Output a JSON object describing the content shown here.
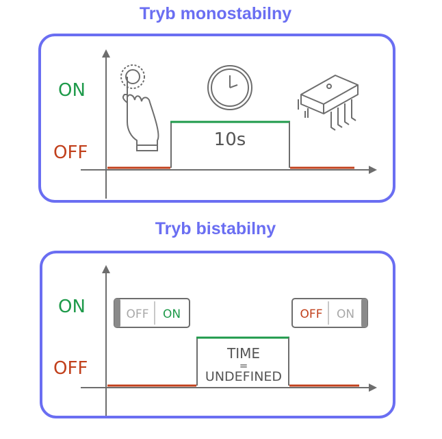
{
  "monostable": {
    "title": "Tryb monostabilny",
    "on_label": "ON",
    "off_label": "OFF",
    "duration_label": "10s"
  },
  "bistable": {
    "title": "Tryb bistabilny",
    "on_label": "ON",
    "off_label": "OFF",
    "switch_left": {
      "off": "OFF",
      "on": "ON"
    },
    "switch_right": {
      "off": "OFF",
      "on": "ON"
    },
    "time_label": "TIME",
    "equals_label": "=",
    "undefined_label": "UNDEFINED"
  },
  "colors": {
    "accent": "#6a6ef2",
    "on": "#1e9a4a",
    "off": "#c1401c",
    "axis": "#6d6d6d"
  }
}
